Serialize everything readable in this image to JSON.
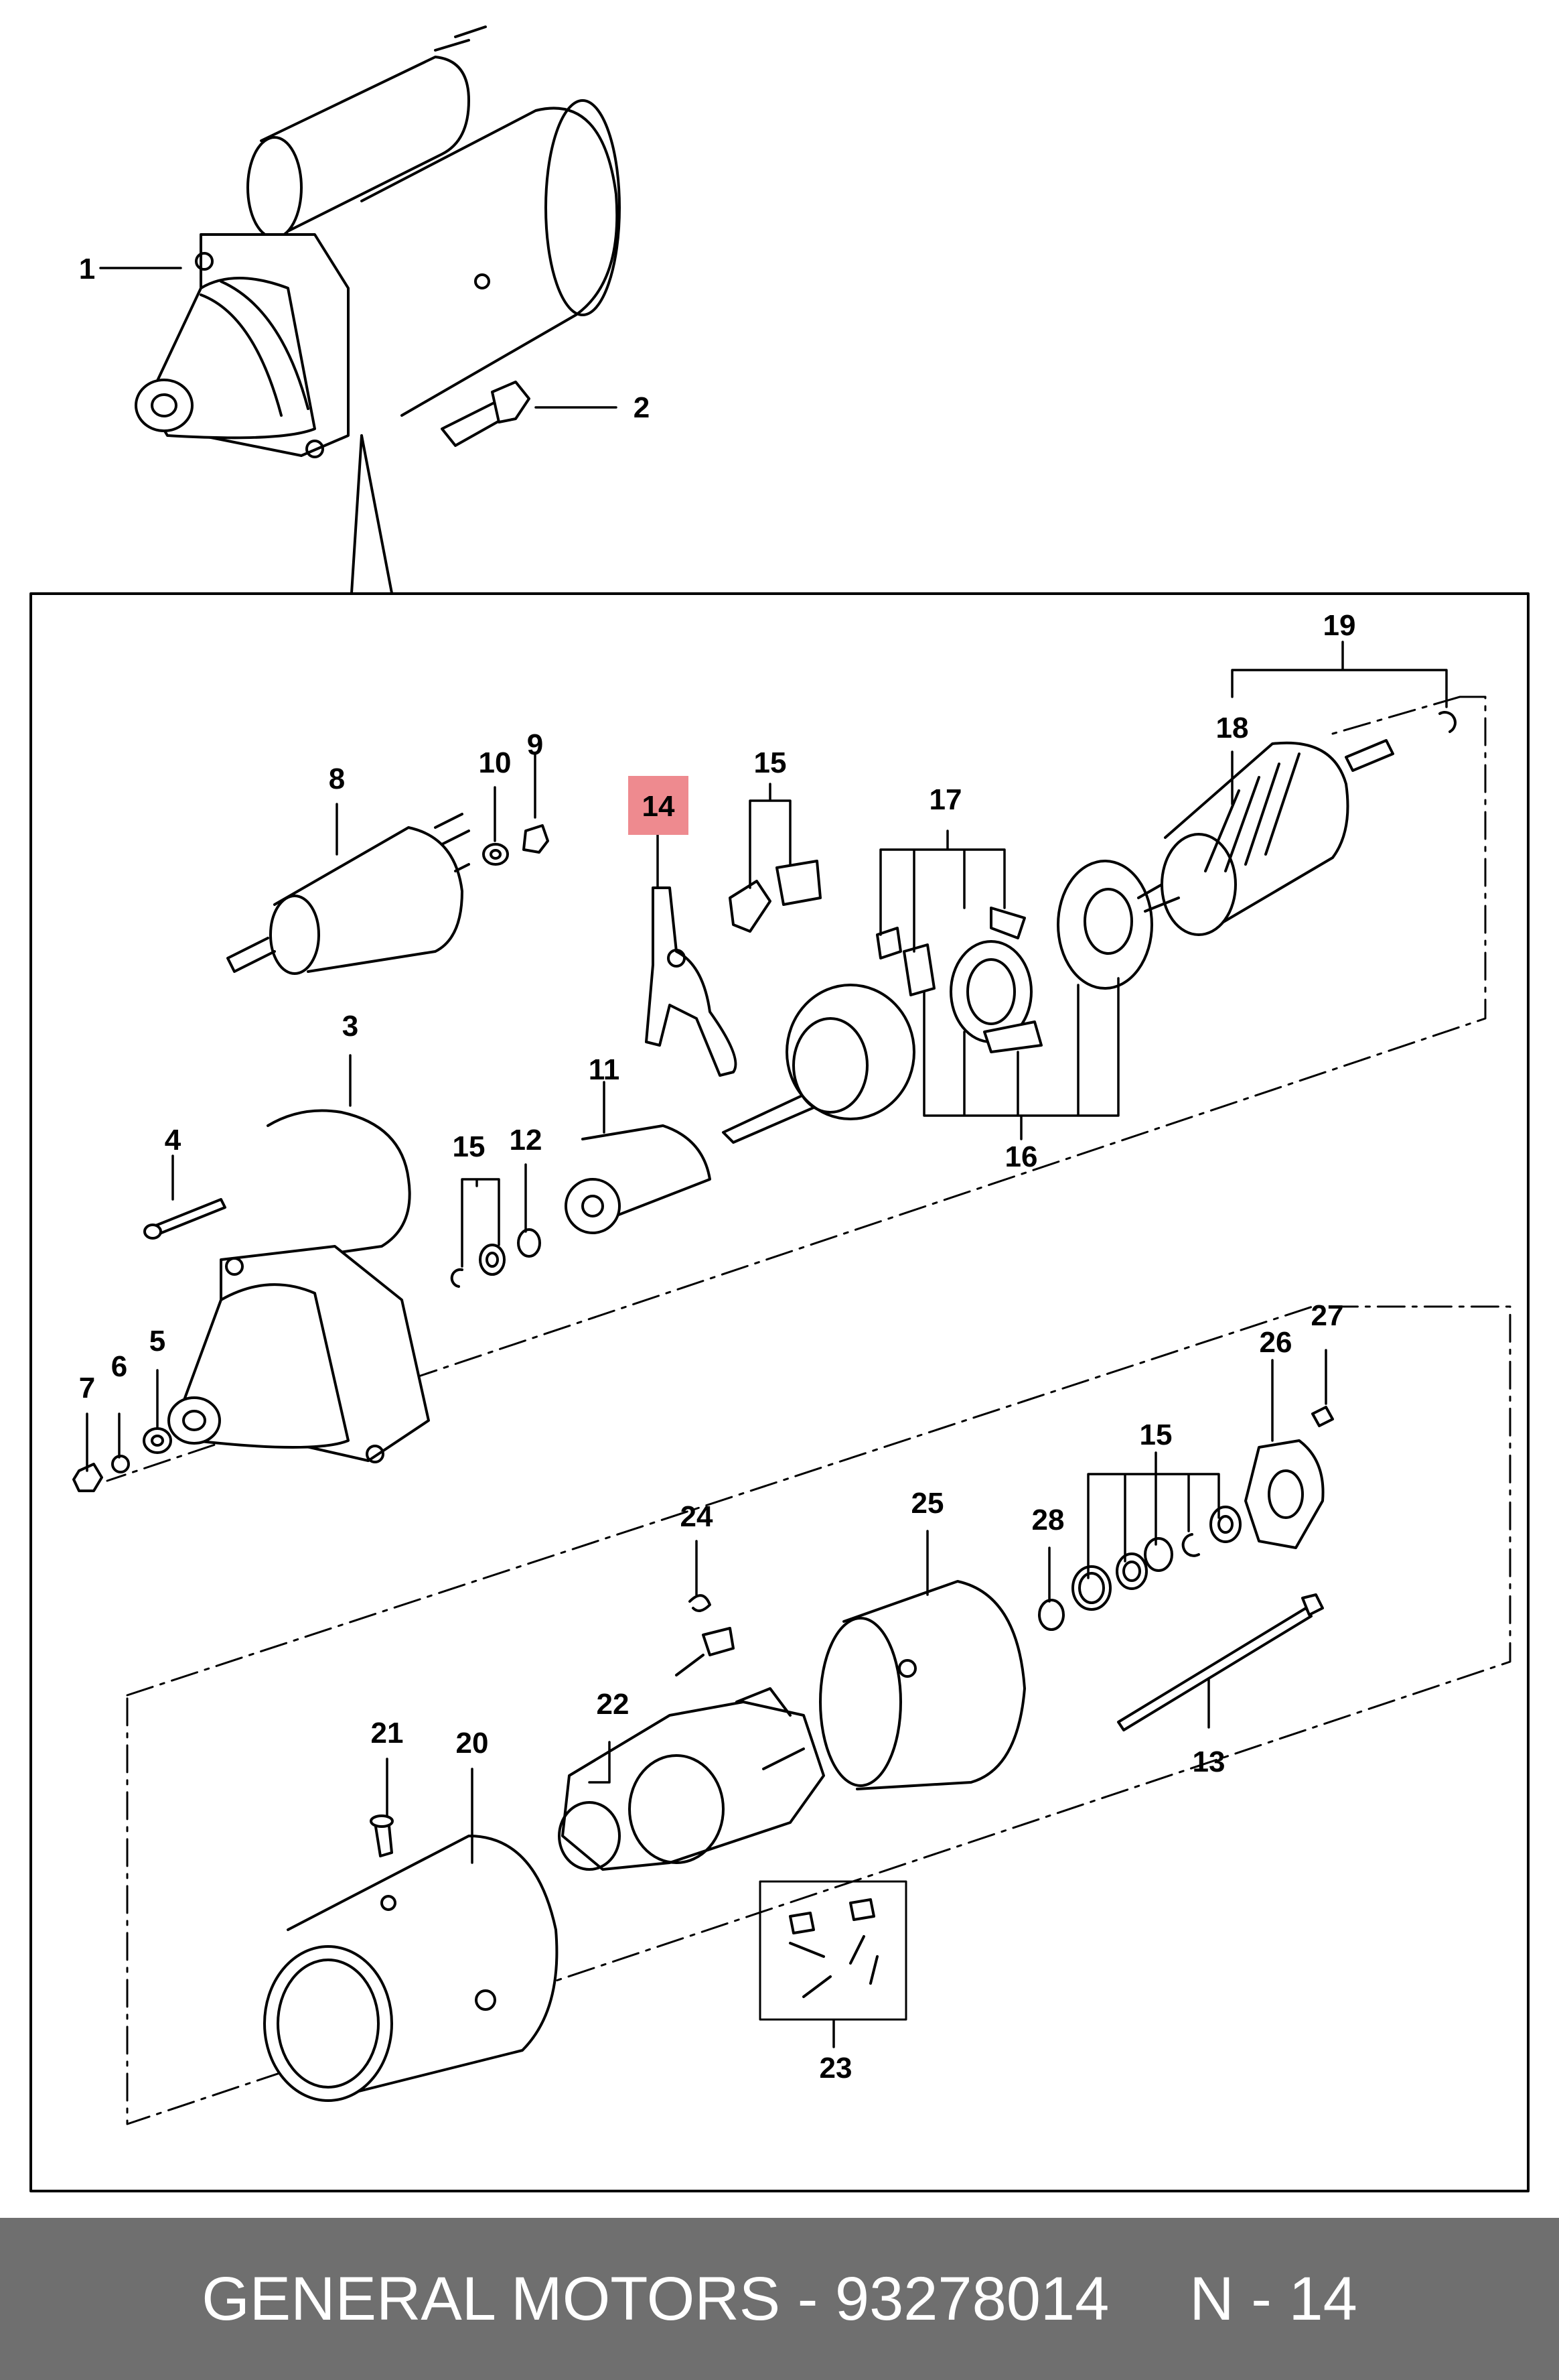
{
  "diagram": {
    "highlight_color": "#ee8a8f",
    "line_color": "#000000",
    "callouts": [
      {
        "id": "1",
        "label": "1"
      },
      {
        "id": "2",
        "label": "2"
      },
      {
        "id": "3",
        "label": "3"
      },
      {
        "id": "4",
        "label": "4"
      },
      {
        "id": "5",
        "label": "5"
      },
      {
        "id": "6",
        "label": "6"
      },
      {
        "id": "7",
        "label": "7"
      },
      {
        "id": "8",
        "label": "8"
      },
      {
        "id": "9",
        "label": "9"
      },
      {
        "id": "10",
        "label": "10"
      },
      {
        "id": "11",
        "label": "11"
      },
      {
        "id": "12",
        "label": "12"
      },
      {
        "id": "13",
        "label": "13"
      },
      {
        "id": "14",
        "label": "14",
        "highlighted": true
      },
      {
        "id": "15a",
        "label": "15"
      },
      {
        "id": "15b",
        "label": "15"
      },
      {
        "id": "15c",
        "label": "15"
      },
      {
        "id": "16",
        "label": "16"
      },
      {
        "id": "17",
        "label": "17"
      },
      {
        "id": "18",
        "label": "18"
      },
      {
        "id": "19",
        "label": "19"
      },
      {
        "id": "20",
        "label": "20"
      },
      {
        "id": "21",
        "label": "21"
      },
      {
        "id": "22",
        "label": "22"
      },
      {
        "id": "23",
        "label": "23"
      },
      {
        "id": "24",
        "label": "24"
      },
      {
        "id": "25",
        "label": "25"
      },
      {
        "id": "26",
        "label": "26"
      },
      {
        "id": "27",
        "label": "27"
      },
      {
        "id": "28",
        "label": "28"
      }
    ]
  },
  "footer": {
    "brand_part": "GENERAL MOTORS - 93278014",
    "page_ref": "N - 14",
    "background": "#6f6f6f"
  }
}
